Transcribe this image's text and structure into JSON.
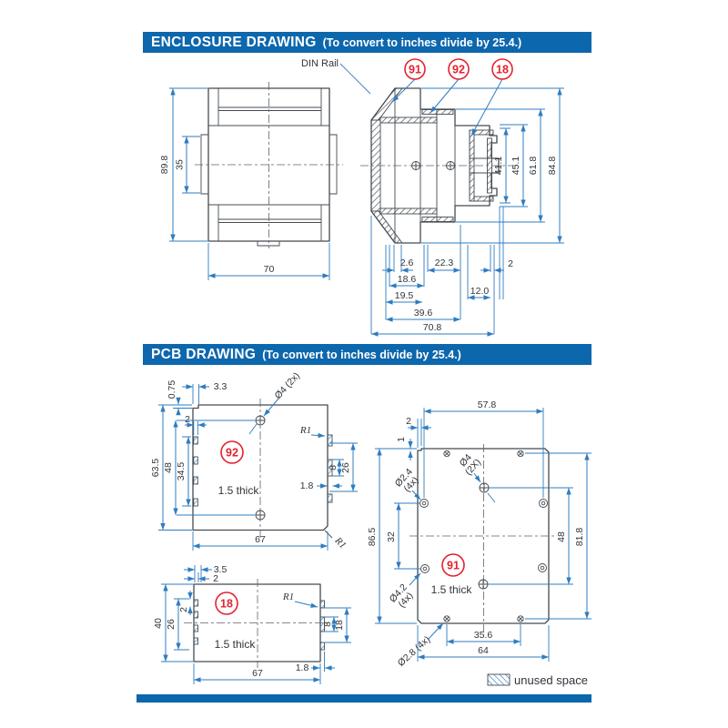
{
  "colors": {
    "header_bg": "#0d67ad",
    "accent_blue": "#2f7cc0",
    "callout_red": "#e4222e",
    "line_dark": "#454b52"
  },
  "enclosure": {
    "title": "ENCLOSURE DRAWING",
    "subtitle": "(To convert to inches divide by 25.4.)",
    "din_rail": "DIN Rail",
    "callout_91": "91",
    "callout_92": "92",
    "callout_18": "18",
    "front": {
      "height": "89.8",
      "tab_height": "35",
      "width": "70"
    },
    "section": {
      "v_41_1": "41.1",
      "v_45_1": "45.1",
      "v_61_8": "61.8",
      "v_84_8": "84.8",
      "b_2_6": "2.6",
      "b_22_3": "22.3",
      "b_2": "2",
      "b_18_6": "18.6",
      "b_12_0": "12.0",
      "b_19_5": "19.5",
      "b_39_6": "39.6",
      "b_70_8": "70.8"
    }
  },
  "pcb": {
    "title": "PCB DRAWING",
    "subtitle": "(To convert to inches divide by 25.4.)",
    "p92": {
      "callout": "92",
      "thick": "1.5 thick",
      "hole_label": "Ø4 (2x)",
      "r1_top": "R1",
      "r1_corner": "R1",
      "d_0_75": "0.75",
      "d_3_3": "3.3",
      "d_2": "2",
      "d_63_5": "63.5",
      "d_48": "48",
      "d_34_5": "34.5",
      "d_8": "8",
      "d_26": "26",
      "d_1_8": "1.8",
      "d_67": "67"
    },
    "p18": {
      "callout": "18",
      "thick": "1.5 thick",
      "r1": "R1",
      "d_3_5": "3.5",
      "d_2_top": "2",
      "d_40": "40",
      "d_26": "26",
      "d_2_in": "2",
      "d_8": "8",
      "d_18": "18",
      "d_1_8": "1.8",
      "d_67": "67"
    },
    "p91": {
      "callout": "91",
      "thick": "1.5 thick",
      "d_57_8": "57.8",
      "d_2": "2",
      "d_1": "1",
      "hole24_d": "Ø2.4",
      "hole24_n": "(4x)",
      "hole4_d": "Ø4",
      "hole4_n": "(2X)",
      "hole42_d": "Ø4.2",
      "hole42_n": "(4x)",
      "hole28": "Ø2.8 (4x)",
      "d_86_5": "86.5",
      "d_32": "32",
      "d_48": "48",
      "d_81_8": "81.8",
      "d_35_6": "35.6",
      "d_64": "64"
    },
    "legend": "unused space"
  }
}
